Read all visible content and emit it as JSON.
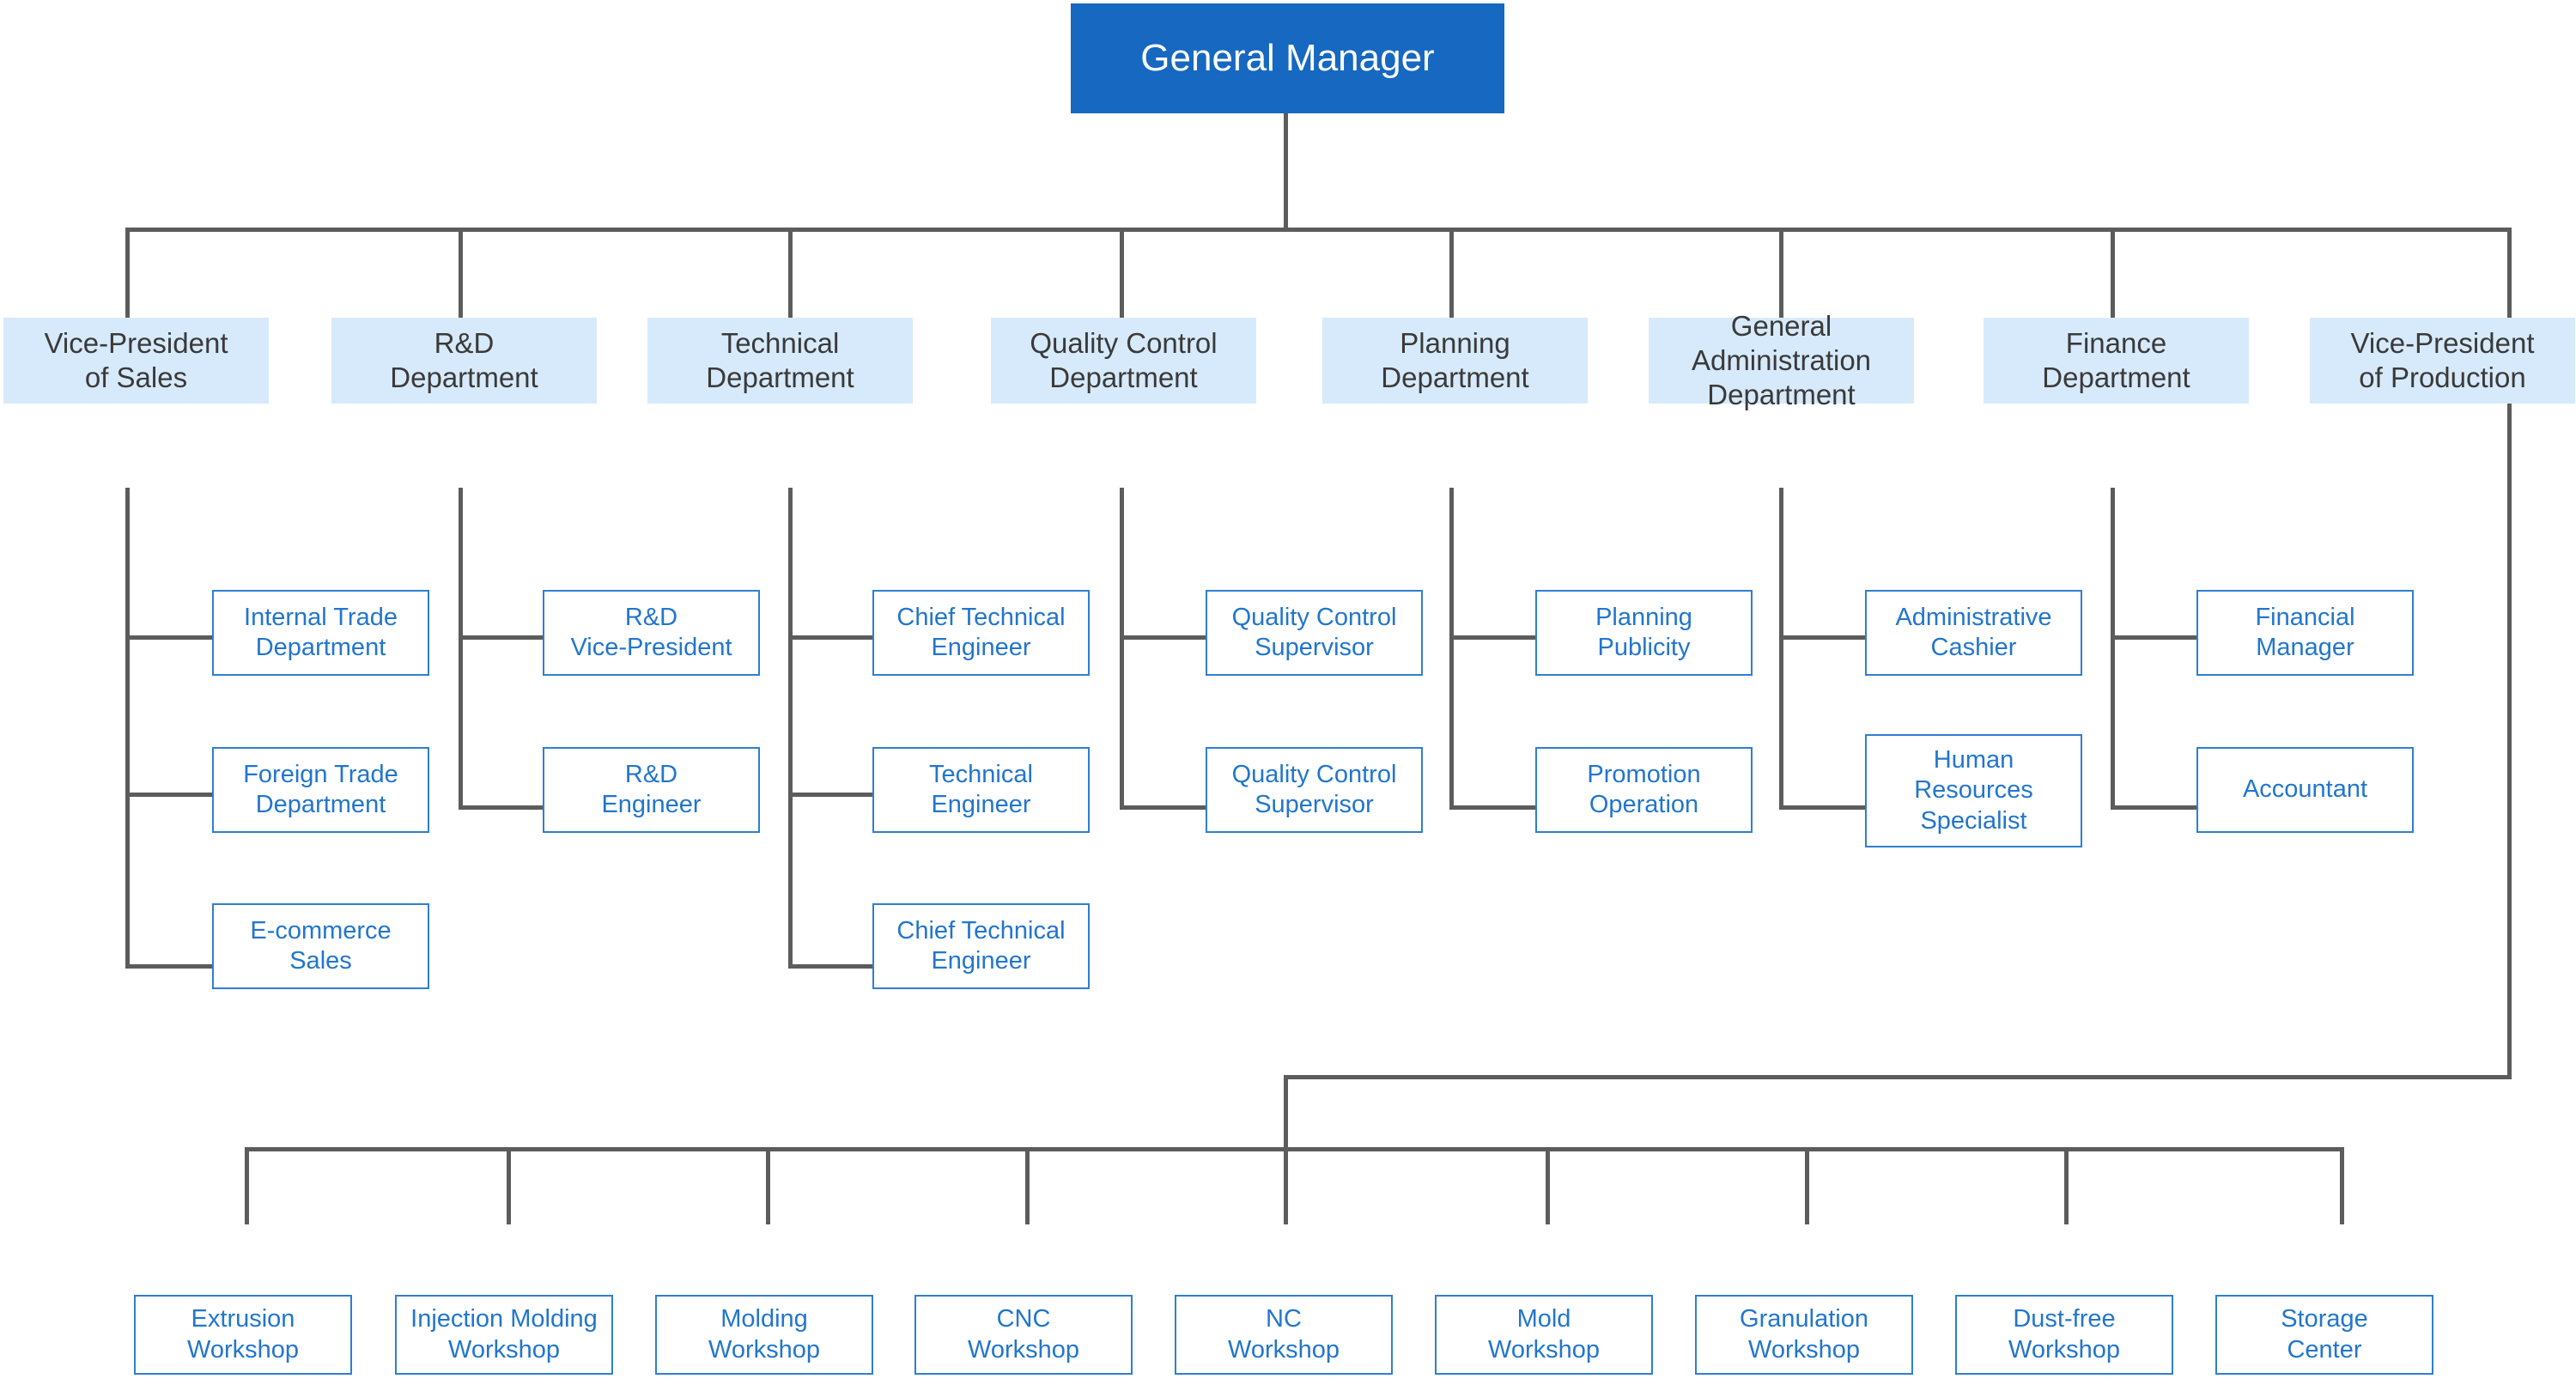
{
  "chart": {
    "type": "org-chart",
    "title": "Company Organizational Chart",
    "colors": {
      "root_fill": "#1668c0",
      "root_text": "#ffffff",
      "department_fill": "#d7eafb",
      "department_text": "#3a3a3a",
      "sub_border": "#2f7fd1",
      "sub_text": "#2276cc",
      "sub_fill": "#ffffff",
      "connector": "#5c5c5c",
      "background": "#ffffff"
    }
  },
  "root": {
    "label": "General Manager"
  },
  "departments": [
    {
      "label": "Vice-President\nof Sales",
      "children": [
        {
          "label": "Internal Trade\nDepartment"
        },
        {
          "label": "Foreign Trade\nDepartment"
        },
        {
          "label": "E-commerce\nSales"
        }
      ]
    },
    {
      "label": "R&D\nDepartment",
      "children": [
        {
          "label": "R&D\nVice-President"
        },
        {
          "label": "R&D\nEngineer"
        }
      ]
    },
    {
      "label": "Technical\nDepartment",
      "children": [
        {
          "label": "Chief Technical\nEngineer"
        },
        {
          "label": "Technical\nEngineer"
        },
        {
          "label": "Chief Technical\nEngineer"
        }
      ]
    },
    {
      "label": "Quality Control\nDepartment",
      "children": [
        {
          "label": "Quality Control\nSupervisor"
        },
        {
          "label": "Quality Control\nSupervisor"
        }
      ]
    },
    {
      "label": "Planning\nDepartment",
      "children": [
        {
          "label": "Planning\nPublicity"
        },
        {
          "label": "Promotion\nOperation"
        }
      ]
    },
    {
      "label": "General\nAdministration\nDepartment",
      "children": [
        {
          "label": "Administrative\nCashier"
        },
        {
          "label": "Human\nResources\nSpecialist"
        }
      ]
    },
    {
      "label": "Finance\nDepartment",
      "children": [
        {
          "label": "Financial\nManager"
        },
        {
          "label": "Accountant"
        }
      ]
    },
    {
      "label": "Vice-President\nof Production",
      "children": []
    }
  ],
  "workshops": [
    {
      "label": "Extrusion\nWorkshop"
    },
    {
      "label": "Injection Molding\nWorkshop"
    },
    {
      "label": "Molding\nWorkshop"
    },
    {
      "label": "CNC\nWorkshop"
    },
    {
      "label": "NC\nWorkshop"
    },
    {
      "label": "Mold\nWorkshop"
    },
    {
      "label": "Granulation\nWorkshop"
    },
    {
      "label": "Dust-free\nWorkshop"
    },
    {
      "label": "Storage\nCenter"
    }
  ]
}
